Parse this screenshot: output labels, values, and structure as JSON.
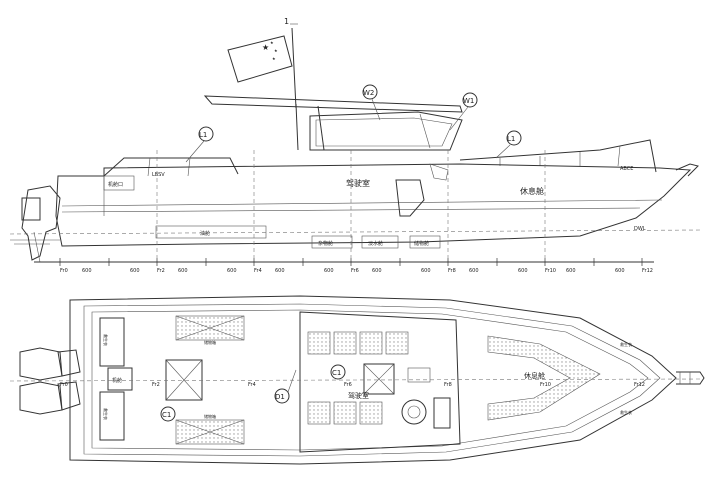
{
  "mast_mark": "1",
  "frames": [
    "Fr0",
    "Fr2",
    "Fr4",
    "Fr6",
    "Fr8",
    "Fr10",
    "Fr12"
  ],
  "spacing": [
    "600",
    "600",
    "600",
    "600",
    "600",
    "600",
    "600",
    "600",
    "600",
    "600",
    "600",
    "600"
  ],
  "callouts": {
    "l1": "L1",
    "w2": "W2",
    "w1": "W1",
    "c1": "C1",
    "d1": "D1"
  },
  "side_view": {
    "wheelhouse": "驾驶室",
    "cabin": "休息舱",
    "hull_code": "LBSV",
    "bow_code": "ABCE",
    "waterline_mark": "DWL",
    "stern_box": "机舱口",
    "compartments": [
      "油舱",
      "杂物舱",
      "淡水舱",
      "储物舱"
    ]
  },
  "plan_view": {
    "lockers": [
      "储物箱",
      "储物箱"
    ],
    "wheelhouse": "驾驶室",
    "cabin": "休息舱",
    "cockpit_box": "机舱",
    "side_labels": [
      "救生衣",
      "救生衣",
      "救生衣",
      "救生衣"
    ]
  }
}
